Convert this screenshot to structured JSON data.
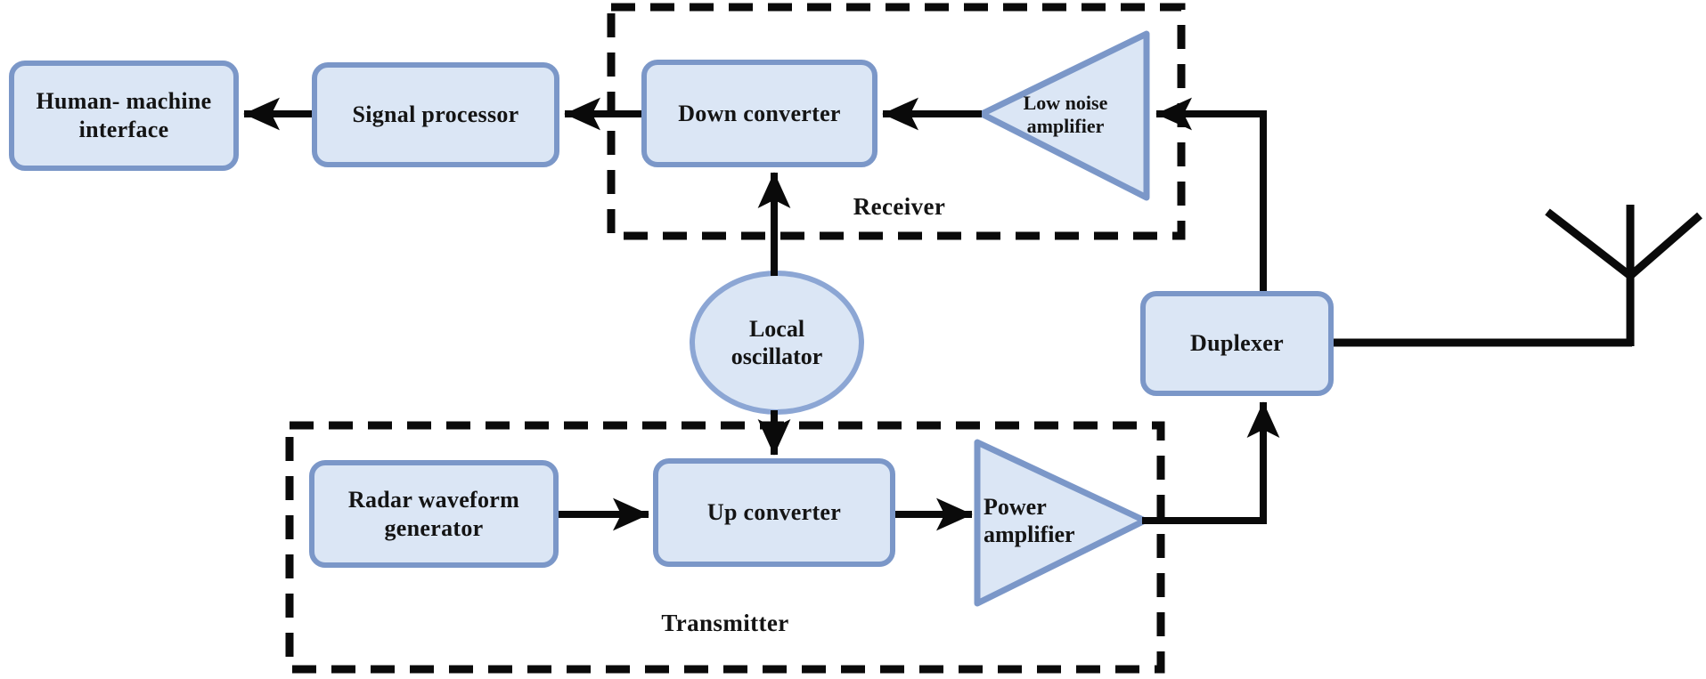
{
  "diagram": {
    "type": "block-diagram",
    "subject": "radar system block diagram",
    "nodes": {
      "hmi": {
        "label": "Human- machine interface"
      },
      "signal_processor": {
        "label": "Signal processor"
      },
      "down_converter": {
        "label": "Down converter"
      },
      "low_noise_amplifier": {
        "label": "Low noise amplifier"
      },
      "local_oscillator": {
        "label": "Local oscillator"
      },
      "radar_waveform_generator": {
        "label": "Radar waveform generator"
      },
      "up_converter": {
        "label": "Up converter"
      },
      "power_amplifier": {
        "label": "Power amplifier"
      },
      "duplexer": {
        "label": "Duplexer"
      }
    },
    "groups": {
      "receiver": {
        "label": "Receiver"
      },
      "transmitter": {
        "label": "Transmitter"
      }
    },
    "icons": {
      "antenna": "antenna-icon"
    },
    "edges": [
      "signal_processor -> hmi",
      "down_converter -> signal_processor",
      "low_noise_amplifier -> down_converter",
      "duplexer -> low_noise_amplifier",
      "local_oscillator -> down_converter",
      "local_oscillator -> up_converter",
      "radar_waveform_generator -> up_converter",
      "up_converter -> power_amplifier",
      "power_amplifier -> duplexer",
      "duplexer -- antenna"
    ],
    "colors": {
      "node_fill": "#dbe6f5",
      "node_border": "#7b97c8",
      "ellipse_border": "#8ca6d4",
      "line": "#0a0a0a"
    }
  }
}
